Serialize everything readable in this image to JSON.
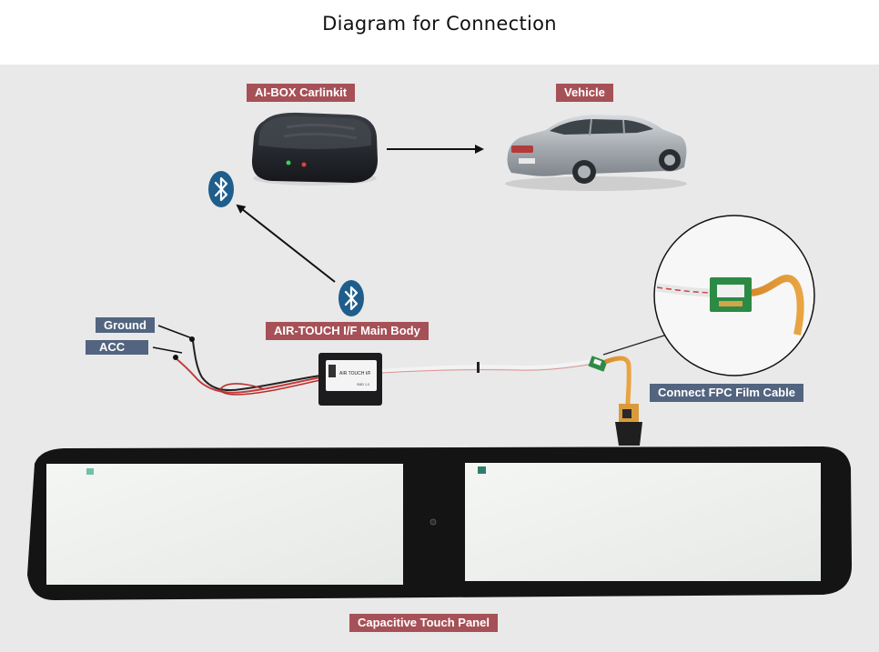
{
  "title": "Diagram for Connection",
  "labels": {
    "ai_box": "AI-BOX Carlinkit",
    "vehicle": "Vehicle",
    "main_body": "AIR-TOUCH I/F Main Body",
    "ground": "Ground",
    "acc": "ACC",
    "fpc_cable": "Connect FPC Film Cable",
    "touch_panel": "Capacitive Touch Panel"
  },
  "device_print": {
    "line1": "AIR TOUCH I/F",
    "line2": "SMD 1.0"
  },
  "colors": {
    "red_tag": "#a65157",
    "blue_tag": "#52647f",
    "bluetooth": "#1f5e8c",
    "background": "#e9e9e9"
  },
  "icons": [
    "bluetooth-icon",
    "arrow-icon"
  ]
}
